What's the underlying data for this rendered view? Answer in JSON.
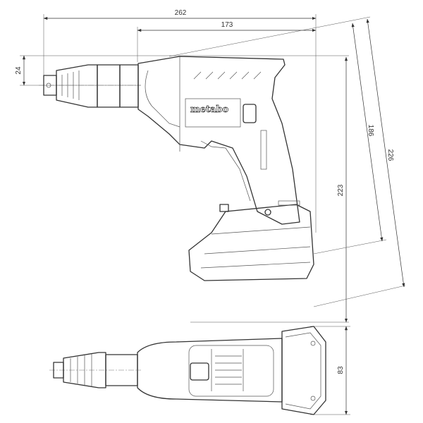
{
  "dimensions": {
    "overall_length": "262",
    "body_length": "173",
    "nose_height": "24",
    "overall_height": "223",
    "diagonal_short": "186",
    "diagonal_long": "226",
    "width": "83"
  },
  "branding": {
    "logo": "metabo"
  }
}
